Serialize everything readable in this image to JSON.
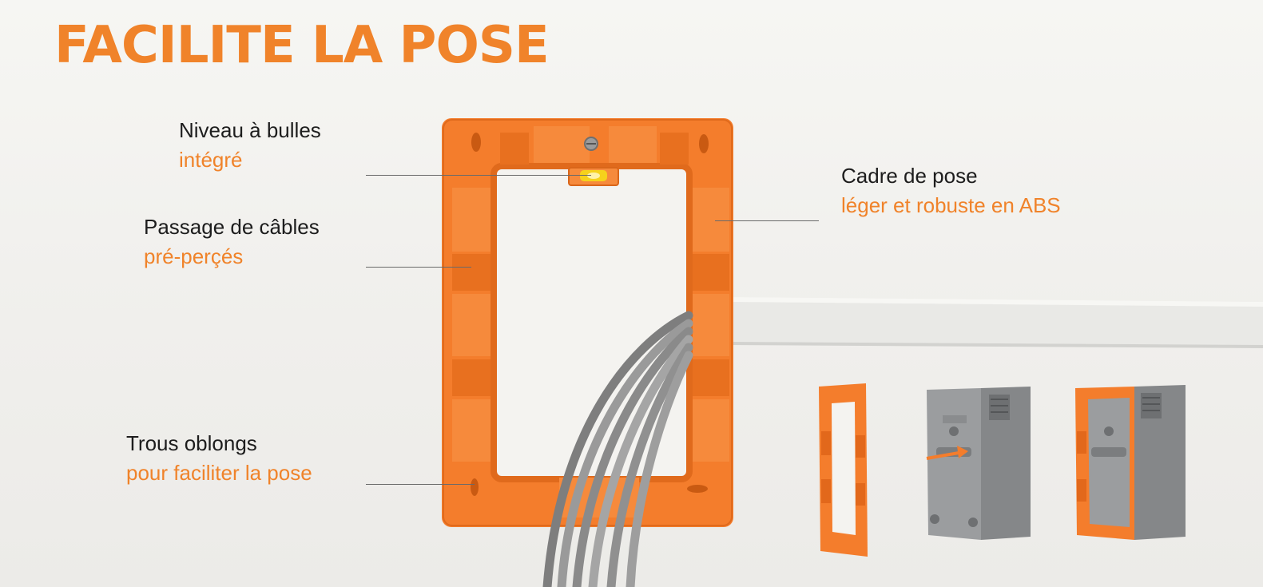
{
  "title": "FACILITE LA POSE",
  "callouts": {
    "niveau": {
      "main": "Niveau à bulles",
      "sub": "intégré"
    },
    "passage": {
      "main": "Passage de câbles",
      "sub": "pré-perçés"
    },
    "trous": {
      "main": "Trous oblongs",
      "sub": "pour faciliter la pose"
    },
    "cadre": {
      "main": "Cadre de pose",
      "sub": "léger et robuste en ABS"
    }
  },
  "colors": {
    "accent": "#f0832a",
    "frame_orange": "#f47d2c",
    "cable_grey": "#8d8d8d",
    "box_grey": "#8a8c8e",
    "text_dark": "#1d1d1d"
  }
}
